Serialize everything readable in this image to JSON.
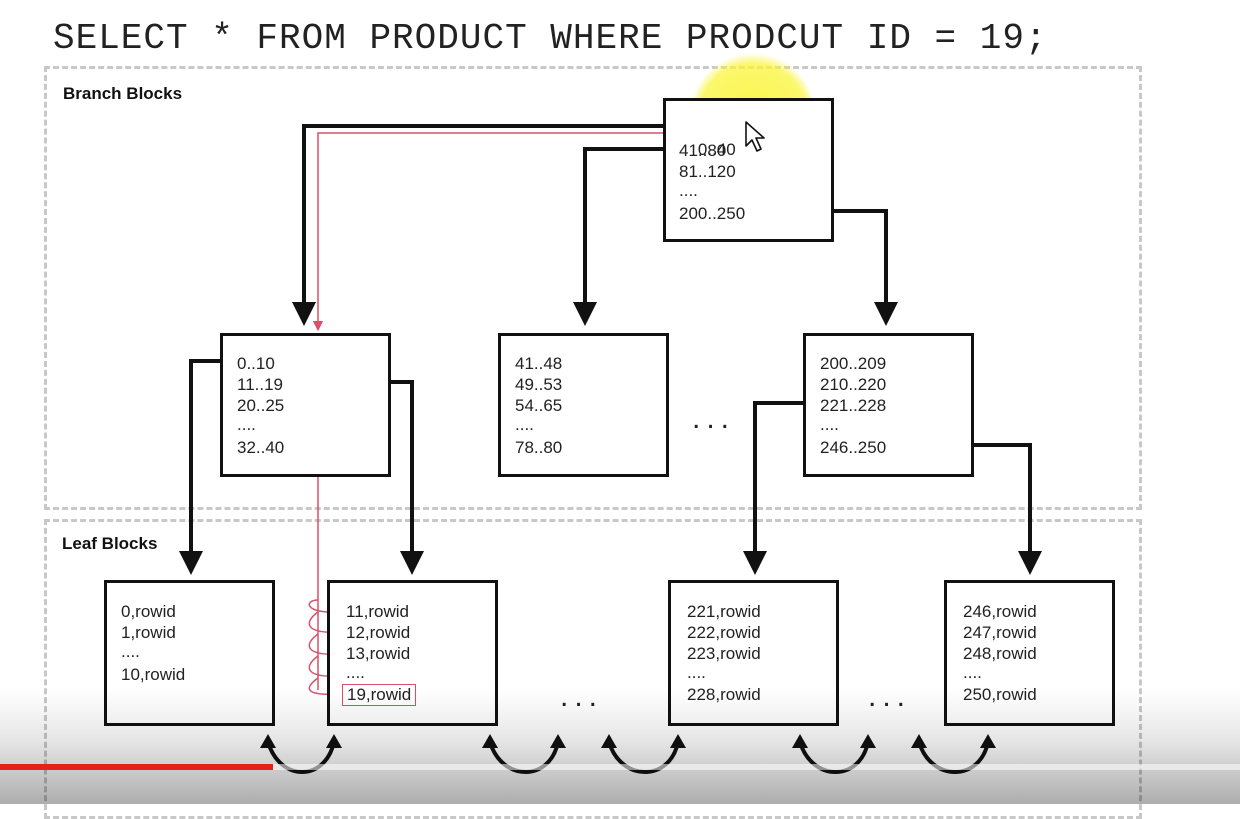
{
  "query": "SELECT * FROM PRODUCT WHERE PRODCUT ID = 19;",
  "branch": {
    "label": "Branch Blocks",
    "root": {
      "lines": [
        "0..40",
        "41..80",
        "81..120",
        "....",
        "200..250"
      ]
    },
    "children": [
      {
        "lines": [
          "0..10",
          "11..19",
          "20..25",
          "....",
          "32..40"
        ]
      },
      {
        "lines": [
          "41..48",
          "49..53",
          "54..65",
          "....",
          "78..80"
        ]
      },
      {
        "lines": [
          "200..209",
          "210..220",
          "221..228",
          "....",
          "246..250"
        ]
      }
    ],
    "gap_ellipsis": "..."
  },
  "leaf": {
    "label": "Leaf Blocks",
    "blocks": [
      {
        "lines": [
          "0,rowid",
          "1,rowid",
          "....",
          "10,rowid"
        ]
      },
      {
        "lines": [
          "11,rowid",
          "12,rowid",
          "13,rowid",
          "....",
          "19,rowid"
        ]
      },
      {
        "lines": [
          "221,rowid",
          "222,rowid",
          "223,rowid",
          "....",
          "228,rowid"
        ]
      },
      {
        "lines": [
          "246,rowid",
          "247,rowid",
          "248,rowid",
          "....",
          "250,rowid"
        ]
      }
    ],
    "gap_ellipsis_1": "...",
    "gap_ellipsis_2": "..."
  },
  "colors": {
    "search_path": "#d8506a",
    "block_border": "#111111",
    "highlight": "#f7f23a",
    "progress": "#e62117"
  },
  "video": {
    "progress_fraction": 0.22
  }
}
